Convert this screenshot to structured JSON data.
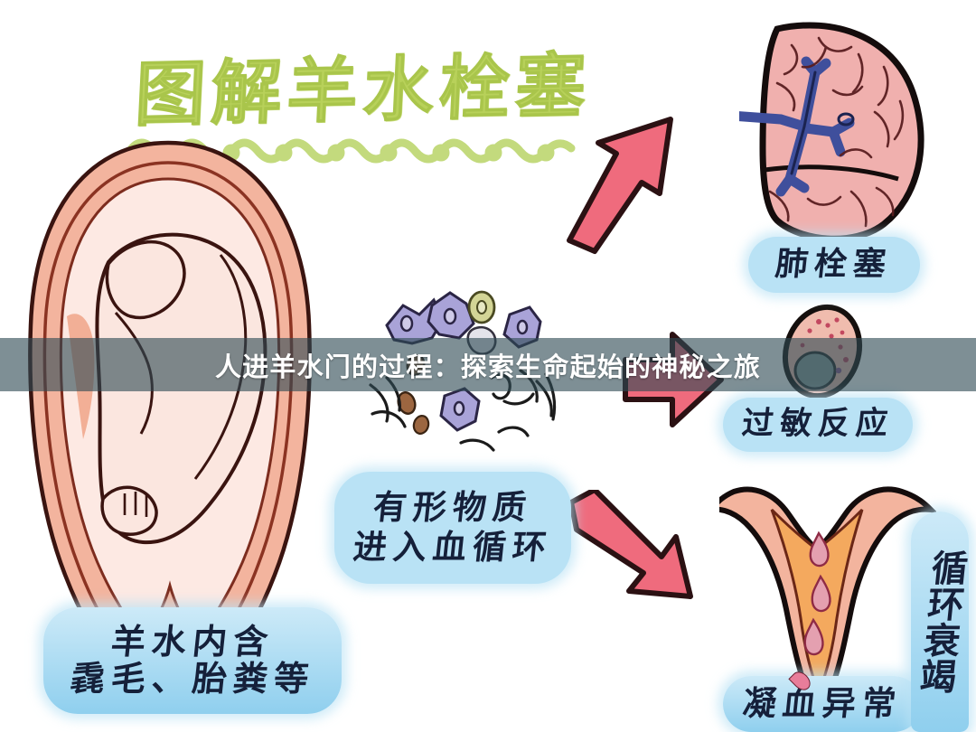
{
  "image": {
    "kind": "medical-infographic",
    "title": "图解羊水栓塞",
    "background_color": "#ffffff"
  },
  "overlay_banner": {
    "text": "人进羊水门的过程：探索生命起始的神秘之旅",
    "background_color": "rgba(46,74,84,0.62)",
    "text_color": "#ffffff"
  },
  "palette": {
    "title_green": "#b8d15a",
    "bubble_blue": "#b9e2f5",
    "bubble_text": "#15203a",
    "arrow_pink": "#ef6b7d",
    "arrow_outline": "#2b1113",
    "uterus_pink": "#f3b49e",
    "uterus_inner": "#fbe3dc",
    "lung_pink": "#f0b0ae",
    "lung_vessel_blue": "#4a5ba8",
    "cell_purple": "#a9a3d8",
    "cell_green": "#cfd18a",
    "meconium_brown": "#a06a45",
    "blood_red": "#d0556f",
    "uterus_orange": "#f0a860"
  },
  "labels": [
    {
      "id": "lung-embolism",
      "text": "肺栓塞",
      "lines": [
        "肺栓塞"
      ],
      "meaning": "pulmonary embolism"
    },
    {
      "id": "allergic",
      "text": "过敏反应",
      "lines": [
        "过敏反应"
      ],
      "meaning": "allergic reaction"
    },
    {
      "id": "substance",
      "text": "有形物质进入血循环",
      "lines": [
        "有形物质",
        "进入血循环"
      ],
      "meaning": "formed substances enter the blood circulation"
    },
    {
      "id": "amniotic",
      "text": "羊水内含毳毛、胎粪等",
      "lines": [
        "羊水内含",
        "毳毛、胎粪等"
      ],
      "meaning": "amniotic fluid contains lanugo, meconium, etc."
    },
    {
      "id": "coagulation",
      "text": "凝血异常",
      "lines": [
        "凝血异常"
      ],
      "meaning": "coagulation abnormality"
    },
    {
      "id": "circ-failure",
      "text": "循环衰竭",
      "lines": [
        "循环衰竭"
      ],
      "meaning": "circulatory failure"
    }
  ],
  "illustrations": [
    {
      "id": "fetus-in-womb",
      "name": "pregnant-uterus-with-fetus",
      "position": "left"
    },
    {
      "id": "lung",
      "name": "lung-with-vessels",
      "position": "top-right"
    },
    {
      "id": "mast-cell",
      "name": "mast-cell",
      "position": "middle-right"
    },
    {
      "id": "uterus-bleed",
      "name": "uterus-with-blood-drops",
      "position": "bottom-right"
    },
    {
      "id": "debris",
      "name": "amniotic-fluid-debris-cells",
      "position": "center"
    }
  ],
  "arrows": [
    {
      "id": "arrow-up-right",
      "direction": "up-right",
      "color": "#ef6b7d"
    },
    {
      "id": "arrow-right",
      "direction": "right",
      "color": "#ef6b7d"
    },
    {
      "id": "arrow-down-right",
      "direction": "down-right",
      "color": "#ef6b7d"
    }
  ],
  "chart_data": {
    "type": "diagram",
    "title": "图解羊水栓塞",
    "nodes": [
      {
        "id": "amniotic",
        "label": "羊水内含毳毛、胎粪等"
      },
      {
        "id": "substance",
        "label": "有形物质进入血循环"
      },
      {
        "id": "lung",
        "label": "肺栓塞"
      },
      {
        "id": "allergic",
        "label": "过敏反应"
      },
      {
        "id": "coagulation",
        "label": "凝血异常"
      },
      {
        "id": "circ",
        "label": "循环衰竭"
      }
    ],
    "edges": [
      {
        "from": "substance",
        "to": "lung"
      },
      {
        "from": "substance",
        "to": "allergic"
      },
      {
        "from": "substance",
        "to": "coagulation"
      }
    ]
  }
}
